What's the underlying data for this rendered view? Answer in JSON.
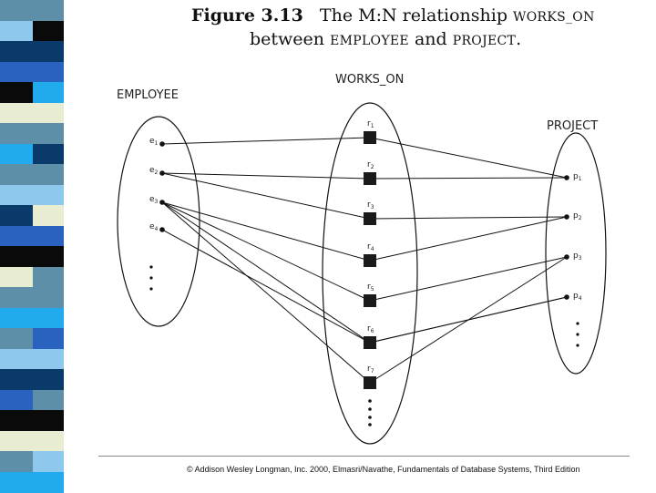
{
  "title": {
    "fig_label": "Figure 3.13",
    "line1_text": "The M:N relationship",
    "line1_rel": "WORKS_ON",
    "line2_prefix": "between",
    "line2_ent1": "EMPLOYEE",
    "line2_and": "and",
    "line2_ent2": "PROJECT",
    "line2_end": "."
  },
  "labels": {
    "employee": "EMPLOYEE",
    "works_on": "WORKS_ON",
    "project": "PROJECT"
  },
  "employees": [
    "e1",
    "e2",
    "e3",
    "e4"
  ],
  "relationships": [
    "r1",
    "r2",
    "r3",
    "r4",
    "r5",
    "r6",
    "r7"
  ],
  "projects": [
    "p1",
    "p2",
    "p3",
    "p4"
  ],
  "links": [
    [
      "e1",
      "r1",
      "p1"
    ],
    [
      "e2",
      "r2",
      "p1"
    ],
    [
      "e2",
      "r3",
      "p2"
    ],
    [
      "e3",
      "r4",
      "p2"
    ],
    [
      "e3",
      "r5",
      "p3"
    ],
    [
      "e3",
      "r6",
      "p4"
    ],
    [
      "e3",
      "r7",
      "p3"
    ],
    [
      "e4",
      "r6",
      "p4"
    ]
  ],
  "footer": "© Addison Wesley Longman, Inc. 2000, Elmasri/Navathe, Fundamentals of Database Systems, Third Edition",
  "colors": {
    "stripes": [
      "#5e8fa8",
      "#8ec8ec",
      "#0a3a6a",
      "#2a62c0",
      "#0a0a0a",
      "#e8ecd0",
      "#5e8fa8",
      "#22aaee"
    ]
  }
}
